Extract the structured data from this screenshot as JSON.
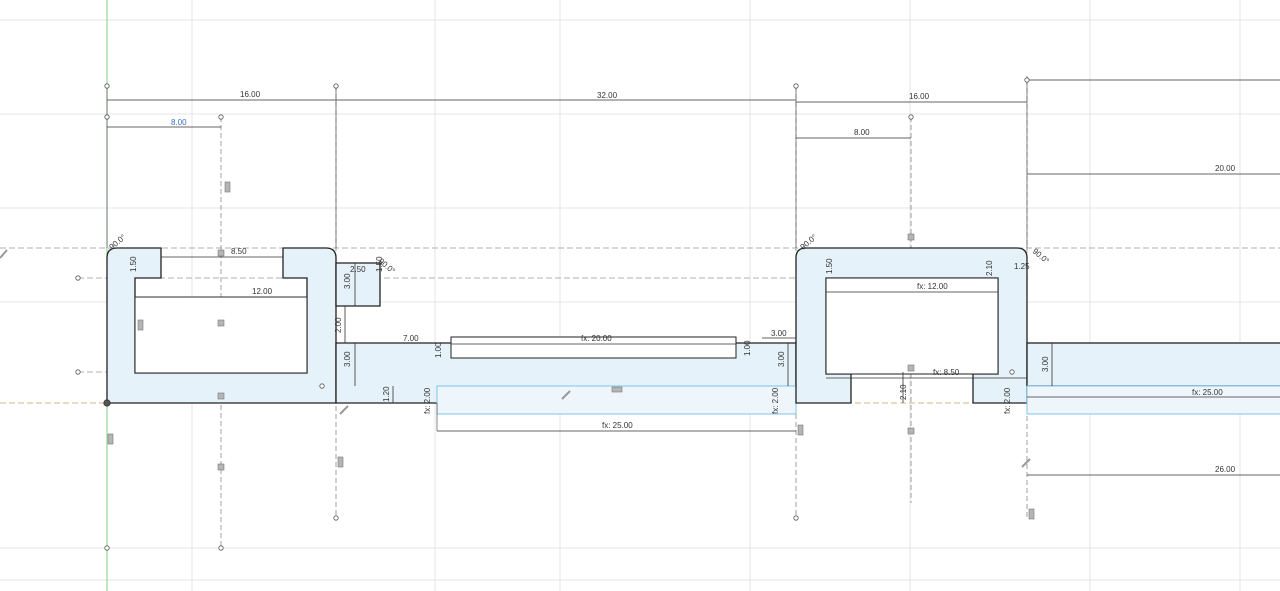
{
  "sketch": {
    "colors": {
      "profile_fill": "#e6f2fa",
      "selected_dimension": "#3a6fc4",
      "origin_axis": "#7fcf7f",
      "outline": "#222222"
    },
    "dimensions": {
      "d_16_left": "16.00",
      "d_8_left": "8.00",
      "d_32": "32.00",
      "d_16_right": "16.00",
      "d_8_right": "8.00",
      "d_20": "20.00",
      "d_850_top": "8.50",
      "d_12_left": "12.00",
      "d_fx12": "fx: 12.00",
      "d_fx20": "fx: 20.00",
      "d_fx25_bottom": "fx: 25.00",
      "d_fx25_right": "fx: 25.00",
      "d_26": "26.00",
      "d_fx850": "fx: 8.50",
      "d_7": "7.00",
      "d_3_a": "3.00",
      "d_3_b": "3.00",
      "d_3_c": "3.00",
      "d_3_d": "3.00",
      "d_3_e": "3.00",
      "d_2_a": "2.00",
      "d_fx2_a": "fx: 2.00",
      "d_fx2_b": "fx: 2.00",
      "d_fx2_c": "fx: 2.00",
      "d_1_a": "1.00",
      "d_1_b": "1.00",
      "d_150_a": "1.50",
      "d_150_b": "1.50",
      "d_150_c": "1.50",
      "d_210_a": "2.10",
      "d_210_b": "2.10",
      "d_120": "1.20",
      "d_125": "1.25",
      "d_250": "2.50",
      "d_angle_a": "90.0°",
      "d_angle_b": "90.0°",
      "d_angle_c": "90.0°",
      "d_angle_d": "90.0°"
    }
  }
}
